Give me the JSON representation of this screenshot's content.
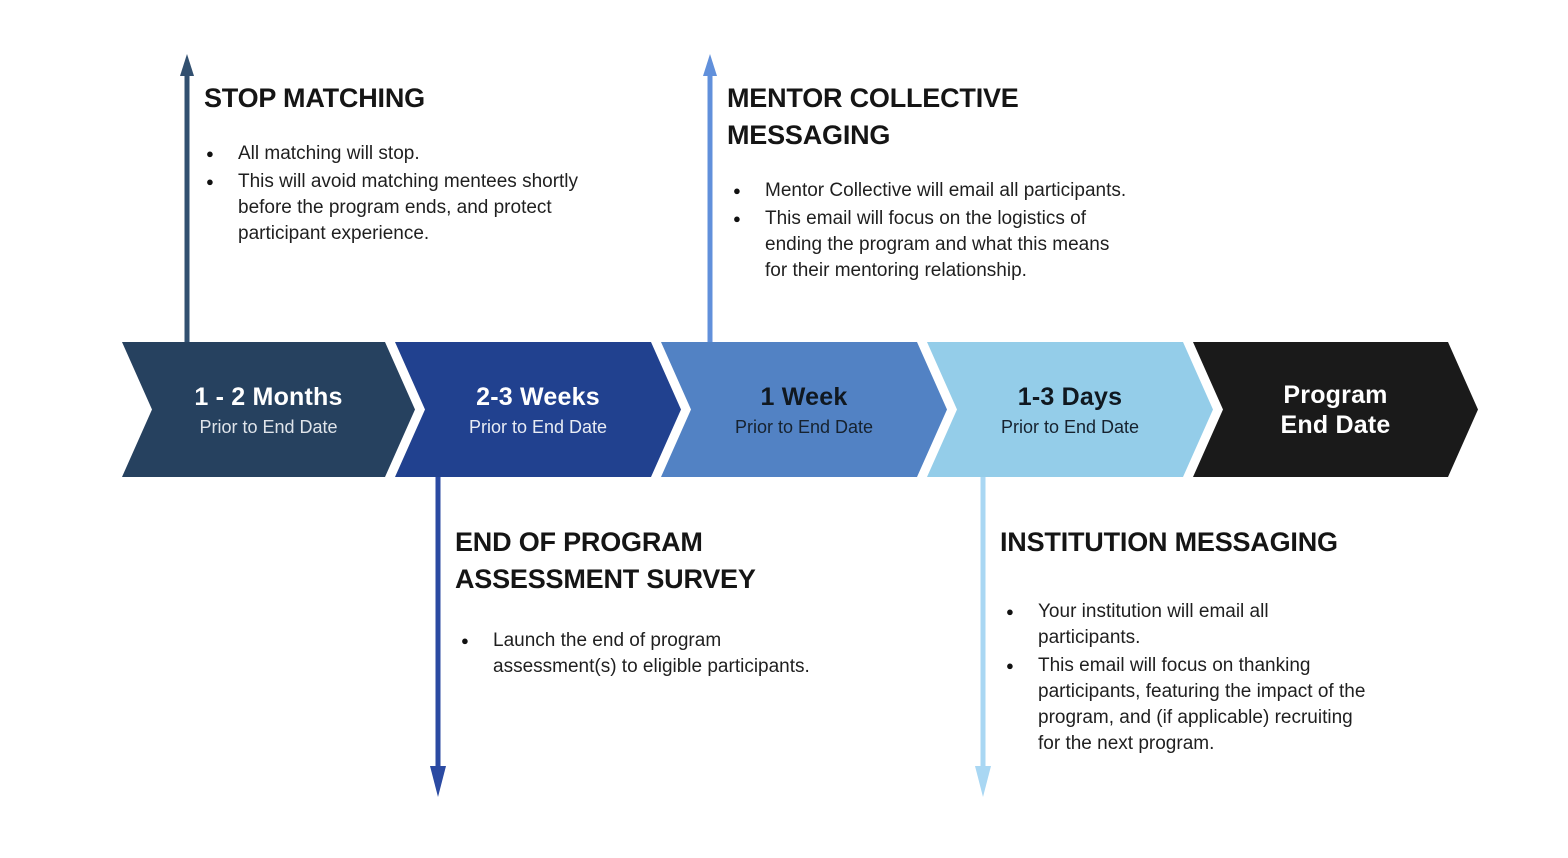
{
  "timeline": {
    "stages": [
      {
        "title": "1 - 2 Months",
        "subtitle": "Prior to End Date",
        "fill": "#26415f",
        "title_color": "#ffffff",
        "subtitle_color": "#dfe4ea"
      },
      {
        "title": "2-3 Weeks",
        "subtitle": "Prior to End Date",
        "fill": "#21418f",
        "title_color": "#ffffff",
        "subtitle_color": "#e8ecf4"
      },
      {
        "title": "1 Week",
        "subtitle": "Prior to End Date",
        "fill": "#5282c4",
        "title_color": "#101820",
        "subtitle_color": "#16222f"
      },
      {
        "title": "1-3 Days",
        "subtitle": "Prior to End Date",
        "fill": "#94cde9",
        "title_color": "#101820",
        "subtitle_color": "#16222f"
      },
      {
        "title": "Program End Date",
        "subtitle": "",
        "fill": "#1a1a1a",
        "title_color": "#ffffff",
        "subtitle_color": "#ffffff"
      }
    ]
  },
  "callouts": {
    "stop_matching": {
      "title": "STOP MATCHING",
      "arrow_color": "#325070",
      "bullets": [
        "All matching will stop.",
        "This will avoid matching mentees shortly before the program ends, and protect participant experience."
      ]
    },
    "mentor_collective_messaging": {
      "title": "MENTOR COLLECTIVE MESSAGING",
      "arrow_color": "#6190db",
      "bullets": [
        "Mentor Collective will email all participants.",
        "This email will focus on the logistics of ending the program and what this means for their mentoring relationship."
      ]
    },
    "end_of_program_assessment_survey": {
      "title": "END OF PROGRAM ASSESSMENT SURVEY",
      "arrow_color": "#2b4aa2",
      "bullets": [
        "Launch the end of program assessment(s) to eligible participants."
      ]
    },
    "institution_messaging": {
      "title": "INSTITUTION MESSAGING",
      "arrow_color": "#a9d7f3",
      "bullets": [
        "Your institution will email all participants.",
        "This email will focus on thanking participants, featuring the impact of the program, and (if applicable) recruiting for the next program."
      ]
    }
  }
}
